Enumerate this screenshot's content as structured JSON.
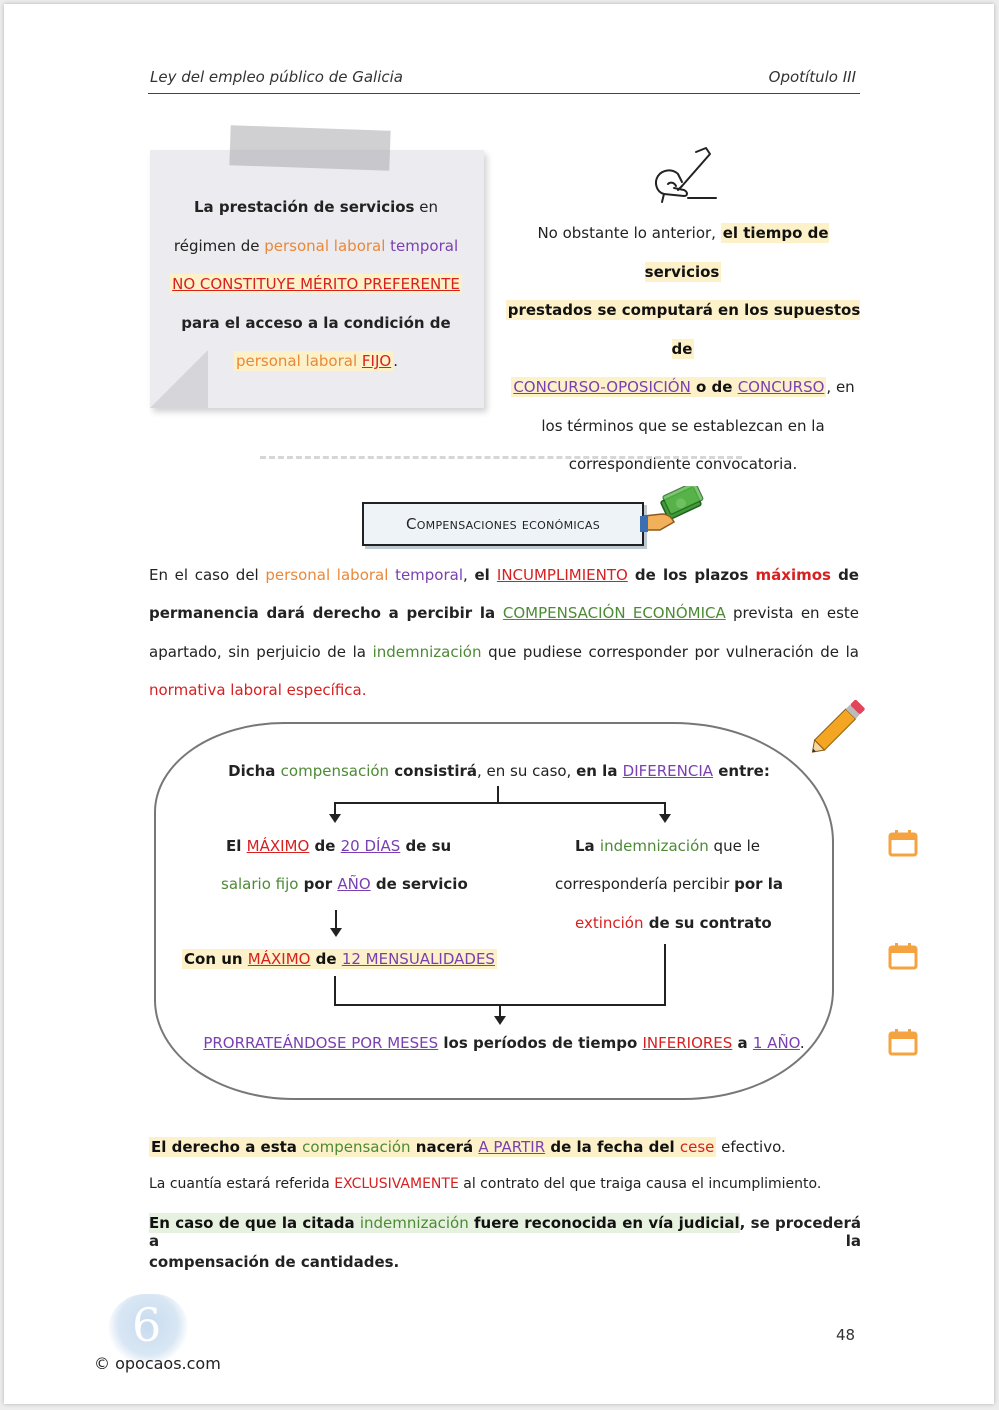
{
  "header": {
    "left": "Ley del empleo público de Galicia",
    "right": "Opotítulo III"
  },
  "note": {
    "l1a": "La prestación de servicios",
    "l1b": " en",
    "l2a": "régimen de ",
    "l2b": "personal laboral",
    "l2c": " temporal",
    "l3": "NO CONSTITUYE MÉRITO PREFERENTE",
    "l4": "para el acceso a la condición de",
    "l5a": "personal laboral",
    "l5b": " ",
    "l5c": "FIJO",
    "l5d": "."
  },
  "right": {
    "a": "No obstante lo anterior, ",
    "b": "el tiempo de servicios",
    "c": "prestados se computará en los supuestos de",
    "d": "CONCURSO-OPOSICIÓN",
    "e": " o de ",
    "f": "CONCURSO",
    "g": ", en",
    "h": "los términos que se establezcan en la",
    "i": "correspondiente convocatoria."
  },
  "section": {
    "title": "Compensaciones económicas"
  },
  "para": {
    "a": "En el caso del ",
    "b": "personal laboral",
    "c": " temporal",
    "d": ", ",
    "e": "el ",
    "f": "INCUMPLIMIENTO",
    "g": " de los plazos ",
    "h": "máximos",
    "i": " de permanencia dará derecho a percibir la ",
    "j": "COMPENSACIÓN ECONÓMICA",
    "k": " prevista en este apartado, sin perjuicio de la ",
    "l": "indemnización",
    "m": " que pudiese corresponder por vulneración de la ",
    "n": "normativa laboral específica."
  },
  "diagram": {
    "top_a": "Dicha ",
    "top_b": "compensación",
    "top_c": " consistirá",
    "top_d": ", en su caso, ",
    "top_e": "en la ",
    "top_f": "DIFERENCIA",
    "top_g": " entre:",
    "left1_a": "El ",
    "left1_b": "MÁXIMO",
    "left1_c": " de ",
    "left1_d": "20 DÍAS",
    "left1_e": " de su",
    "left2_a": "salario fijo",
    "left2_b": " por ",
    "left2_c": "AÑO",
    "left2_d": " de servicio",
    "left3_a": "Con un ",
    "left3_b": "MÁXIMO",
    "left3_c": " de ",
    "left3_d": "12 MENSUALIDADES",
    "right1_a": "La ",
    "right1_b": "indemnización",
    "right1_c": " que le",
    "right2_a": "correspondería percibir ",
    "right2_b": "por la",
    "right3_a": "extinción",
    "right3_b": " de su contrato",
    "bottom_a": "PRORRATEÁNDOSE POR MESES",
    "bottom_b": " los períodos de tiempo ",
    "bottom_c": "INFERIORES",
    "bottom_d": " a ",
    "bottom_e": "1 AÑO",
    "bottom_f": "."
  },
  "footer_text": {
    "l1a": "El derecho a esta ",
    "l1b": "compensación",
    "l1c": " nacerá ",
    "l1d": "A PARTIR",
    "l1e": " de la fecha del ",
    "l1f": "cese",
    "l1g": " efectivo.",
    "l2a": "La cuantía estará referida ",
    "l2b": "EXCLUSIVAMENTE",
    "l2c": " al contrato del que traiga causa el incumplimiento.",
    "l3a": "En caso de que la citada ",
    "l3b": "indemnización",
    "l3c": " fuere reconocida en vía judicial",
    "l3d": ", se procederá a la",
    "l4": "compensación de cantidades."
  },
  "page_number": "48",
  "logo": {
    "text": "© opocaos.com",
    "glyph": "6"
  },
  "colors": {
    "orange": "#e9883a",
    "purple": "#7a3fb0",
    "red": "#d72020",
    "green": "#4d8a35",
    "highlight_yellow": "#fdf1c9",
    "highlight_green": "#e6f1df",
    "calendar": "#f4a340"
  },
  "icons": [
    "writing-hand-icon",
    "money-hand-icon",
    "pencil-icon",
    "calendar-icon",
    "calendar-icon",
    "calendar-icon",
    "logo-6-icon"
  ]
}
